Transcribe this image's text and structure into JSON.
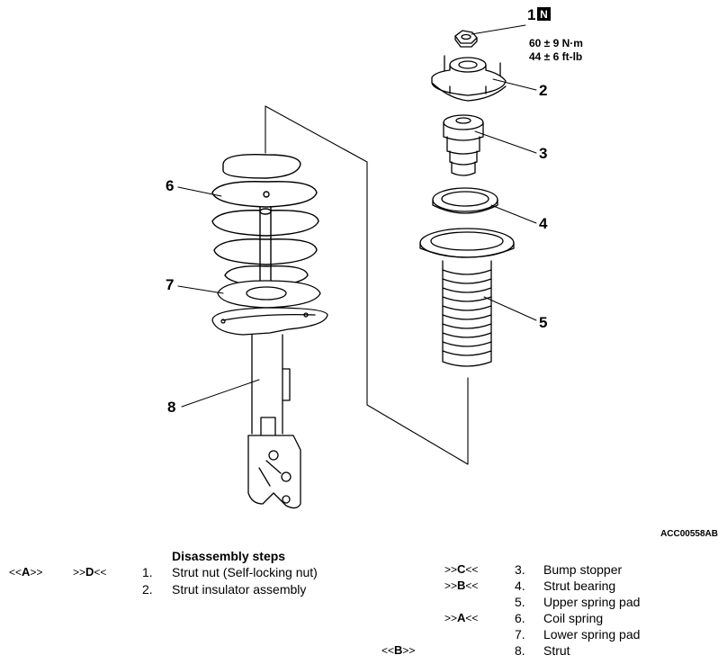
{
  "callouts": {
    "c1": "1",
    "c1_badge": "N",
    "c2": "2",
    "c3": "3",
    "c4": "4",
    "c5": "5",
    "c6": "6",
    "c7": "7",
    "c8": "8"
  },
  "torque": {
    "metric": "60 ± 9 N·m",
    "imperial": "44 ± 6 ft-lb"
  },
  "figure_code": "ACC00558AB",
  "steps_title": "Disassembly steps",
  "steps_left": [
    {
      "tag1_open": "<<",
      "tag1_letter": "A",
      "tag1_close": ">>",
      "tag2_open": ">>",
      "tag2_letter": "D",
      "tag2_close": "<<",
      "num": "1.",
      "text": "Strut nut (Self-locking nut)"
    },
    {
      "num": "2.",
      "text": "Strut insulator assembly"
    }
  ],
  "steps_right": [
    {
      "tag_open": ">>",
      "tag_letter": "C",
      "tag_close": "<<",
      "num": "3.",
      "text": "Bump stopper"
    },
    {
      "tag_open": ">>",
      "tag_letter": "B",
      "tag_close": "<<",
      "num": "4.",
      "text": "Strut bearing"
    },
    {
      "num": "5.",
      "text": "Upper spring pad"
    },
    {
      "tag_open": ">>",
      "tag_letter": "A",
      "tag_close": "<<",
      "num": "6.",
      "text": "Coil spring"
    },
    {
      "num": "7.",
      "text": "Lower spring pad"
    },
    {
      "tag_open": "<<",
      "tag_letter": "B",
      "tag_close": ">>",
      "num": "8.",
      "text": "Strut"
    }
  ]
}
